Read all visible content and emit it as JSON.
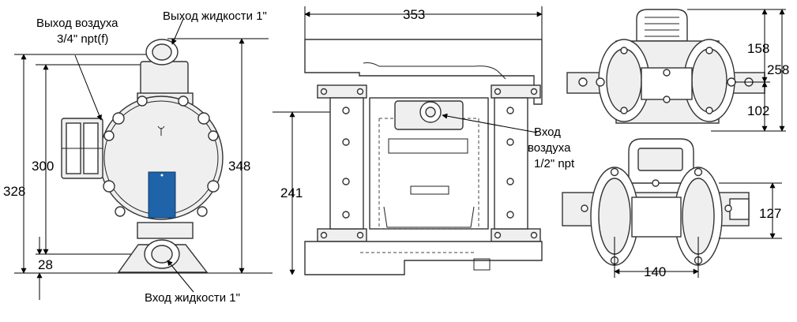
{
  "labels": {
    "air_outlet_line1": "Выход воздуха",
    "air_outlet_line2": "3/4\" npt(f)",
    "fluid_outlet": "Выход жидкости 1\"",
    "fluid_inlet": "Вход жидкости 1\"",
    "air_inlet_line1": "Вход",
    "air_inlet_line2": "воздуха",
    "air_inlet_line3": "1/2\" npt"
  },
  "dimensions": {
    "d328": "328",
    "d300": "300",
    "d28": "28",
    "d348": "348",
    "d353": "353",
    "d241": "241",
    "d158": "158",
    "d258": "258",
    "d102": "102",
    "d127": "127",
    "d140": "140"
  },
  "colors": {
    "accent_plate": "#1f63a8"
  }
}
